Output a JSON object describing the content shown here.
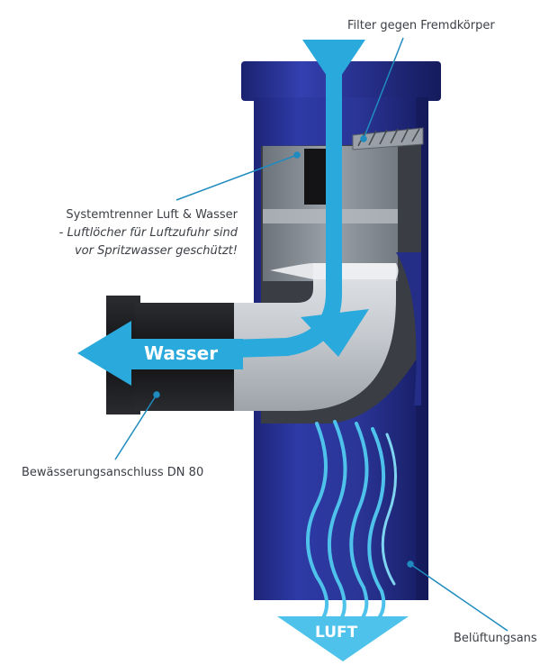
{
  "labels": {
    "filter": "Filter gegen Fremdkörper",
    "separator_line1": "Systemtrenner Luft & Wasser",
    "separator_line2": "- Luftlöcher für Luftzufuhr sind",
    "separator_line3": "vor Spritzwasser geschützt!",
    "irrigation": "Bewässerungsanschluss DN 80",
    "ventilation": "Belüftungsans",
    "water": "Wasser",
    "air": "LUFT"
  },
  "colors": {
    "pipe_blue": "#2a3596",
    "pipe_dark": "#1a216b",
    "arrow_cyan": "#2aa9dc",
    "inner_grey": "#8d949c",
    "elbow_light": "#c8ccd1",
    "black_pipe": "#1b1b1d",
    "leader_line": "#1f8bbf"
  }
}
